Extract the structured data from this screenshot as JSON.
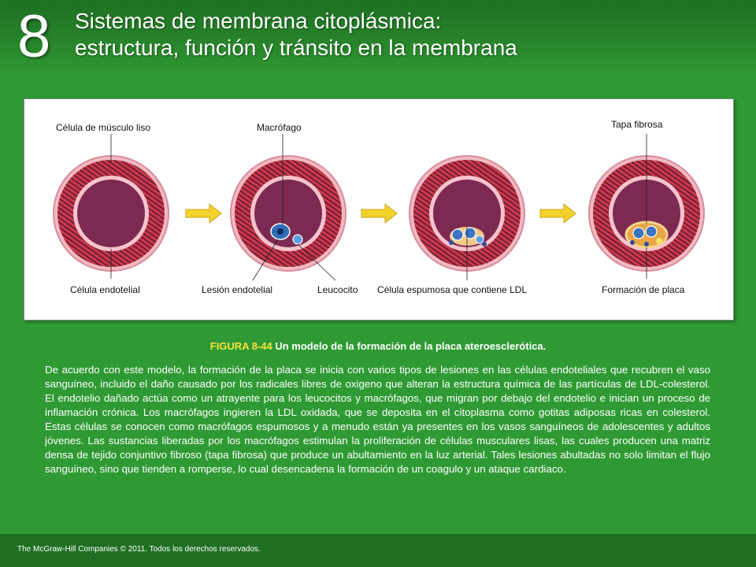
{
  "header": {
    "chapter_number": "8",
    "title_line1": "Sistemas de membrana citoplásmica:",
    "title_line2": "estructura, función y tránsito en la membrana"
  },
  "figure": {
    "labels": {
      "smooth_muscle": "Célula de músculo liso",
      "endothelial": "Célula endotelial",
      "macrophage": "Macrófago",
      "lesion": "Lesión endotelial",
      "leukocyte": "Leucocito",
      "foam_cell": "Célula espumosa que contiene LDL",
      "fibrous_cap": "Tapa fibrosa",
      "plaque": "Formación de placa"
    }
  },
  "caption": {
    "number": "FIGURA 8-44",
    "text": "Un modelo de la formación de la placa ateroesclerótica."
  },
  "body": {
    "paragraph": "De acuerdo con este modelo, la formación de la placa se inicia con varios tipos de lesiones en las células endoteliales que recubren el vaso sanguíneo, incluido el daño causado por los radicales libres de oxigeno que alteran la estructura química de las partículas de LDL-colesterol. El endotelio dañado actúa como un atrayente para los leucocitos y macrófagos, que migran por debajo del endotelio e inician un proceso de inflamación crónica. Los macrófagos ingieren la LDL oxidada, que se deposita en el citoplasma como gotitas adiposas ricas en colesterol. Estas células se conocen como macrófagos espumosos y a menudo están ya presentes en los vasos sanguíneos de adolescentes y adultos jóvenes. Las sustancias liberadas por los macrófagos estimulan la proliferación de células musculares lisas, las cuales producen una matriz densa de tejido conjuntivo fibroso (tapa fibrosa) que produce un abultamiento en la luz arterial. Tales lesiones abultadas no solo limitan el flujo sanguíneo, sino que tienden a romperse, lo cual desencadena la formación de un coagulo y un ataque cardiaco."
  },
  "footer": {
    "copyright": "The McGraw-Hill Companies © 2011. Todos los derechos reservados."
  },
  "colors": {
    "background": "#2f9a34",
    "header": "#1f6f22",
    "vessel_wall": "#c23a4f",
    "lumen": "#7d2a52",
    "arrow": "#f2d22a",
    "caption_number": "#f6e43a"
  }
}
